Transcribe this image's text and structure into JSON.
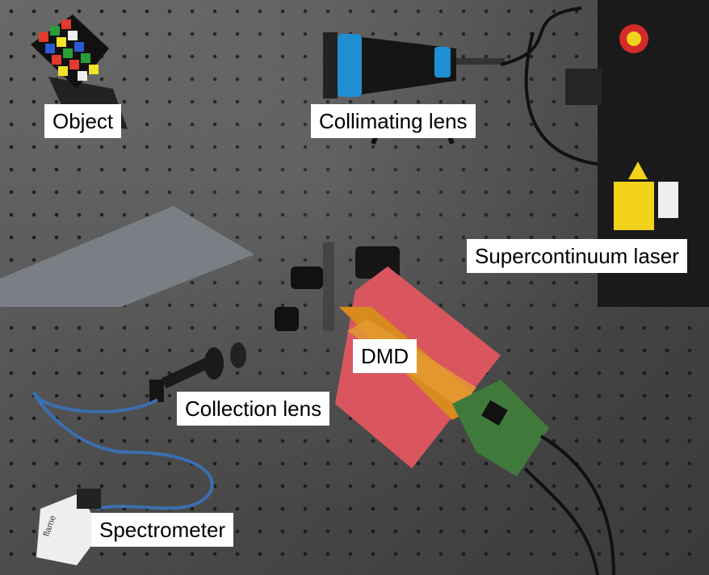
{
  "labels": {
    "object": "Object",
    "collimating_lens": "Collimating lens",
    "supercontinuum_laser": "Supercontinuum laser",
    "dmd": "DMD",
    "collection_lens": "Collection lens",
    "spectrometer": "Spectrometer",
    "spectrometer_brand": "flame"
  },
  "colors": {
    "table": "#4c4c4c",
    "foam": "#d9565f",
    "ribbon": "#d98a1e",
    "pcb": "#3f7a3a",
    "lens_ring": "#1e8fd1",
    "fiber": "#3a6fb0",
    "laser_body": "#1a1a1a",
    "warning_label": "#f2d21b",
    "shield": "#7a7f86"
  }
}
